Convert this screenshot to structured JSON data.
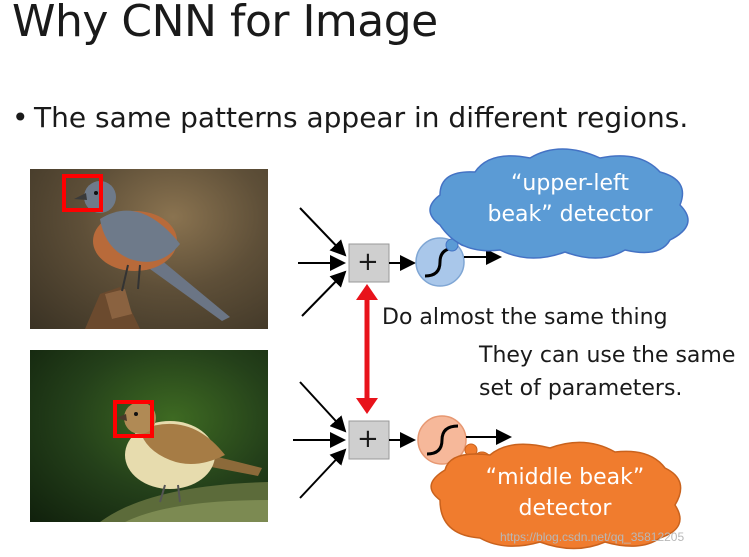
{
  "slide": {
    "title": "Why CNN for Image",
    "bullet": "The same patterns appear in different regions."
  },
  "detectors": {
    "top": {
      "label_line1": "“upper-left",
      "label_line2": "beak” detector",
      "color": "#5b9bd5"
    },
    "bottom": {
      "label_line1": "“middle beak”",
      "label_line2": "detector",
      "color": "#f07c2e"
    }
  },
  "plus_symbol": "+",
  "annotations": {
    "same_thing": "Do almost the same thing",
    "params_line1": "They can use the same",
    "params_line2": "set of parameters."
  },
  "watermark": "https://blog.csdn.net/qq_35812205",
  "colors": {
    "highlight_box": "#ff0000",
    "arrow": "#e8131b",
    "neuron_top": "#a9c7ea",
    "neuron_bottom": "#f6b89a",
    "plus_box": "#cfcfcf"
  }
}
